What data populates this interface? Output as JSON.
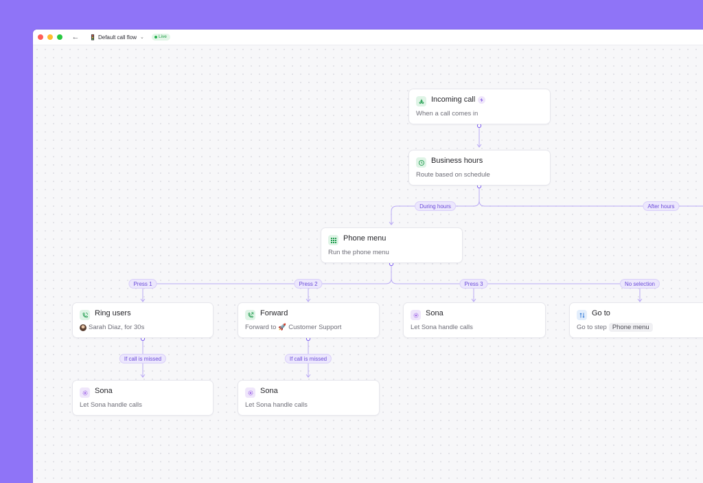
{
  "window": {
    "flow_name": "Default call flow",
    "flow_emoji": "🚦",
    "live_label": "Live"
  },
  "nodes": {
    "incoming_call": {
      "title": "Incoming call",
      "subtitle": "When a call comes in"
    },
    "business_hours": {
      "title": "Business hours",
      "subtitle": "Route based on schedule"
    },
    "phone_menu": {
      "title": "Phone menu",
      "subtitle": "Run the phone menu"
    },
    "ring_users": {
      "title": "Ring users",
      "subtitle": "Sarah Diaz, for 30s"
    },
    "forward": {
      "title": "Forward",
      "subtitle_prefix": "Forward to",
      "subtitle_emoji": "🚀",
      "subtitle_target": "Customer Support"
    },
    "sona_press3": {
      "title": "Sona",
      "subtitle": "Let Sona handle calls"
    },
    "go_to": {
      "title": "Go to",
      "subtitle_prefix": "Go to step",
      "step_chip": "Phone menu"
    },
    "sona_ring": {
      "title": "Sona",
      "subtitle": "Let Sona handle calls"
    },
    "sona_forward": {
      "title": "Sona",
      "subtitle": "Let Sona handle calls"
    }
  },
  "edge_labels": {
    "during_hours": "During hours",
    "after_hours": "After hours",
    "press_1": "Press 1",
    "press_2": "Press 2",
    "press_3": "Press 3",
    "no_selection": "No selection",
    "missed_1": "If call is missed",
    "missed_2": "If call is missed"
  },
  "colors": {
    "background": "#8f74f7",
    "accent": "#7c5cf0",
    "live": "#22b14c"
  }
}
